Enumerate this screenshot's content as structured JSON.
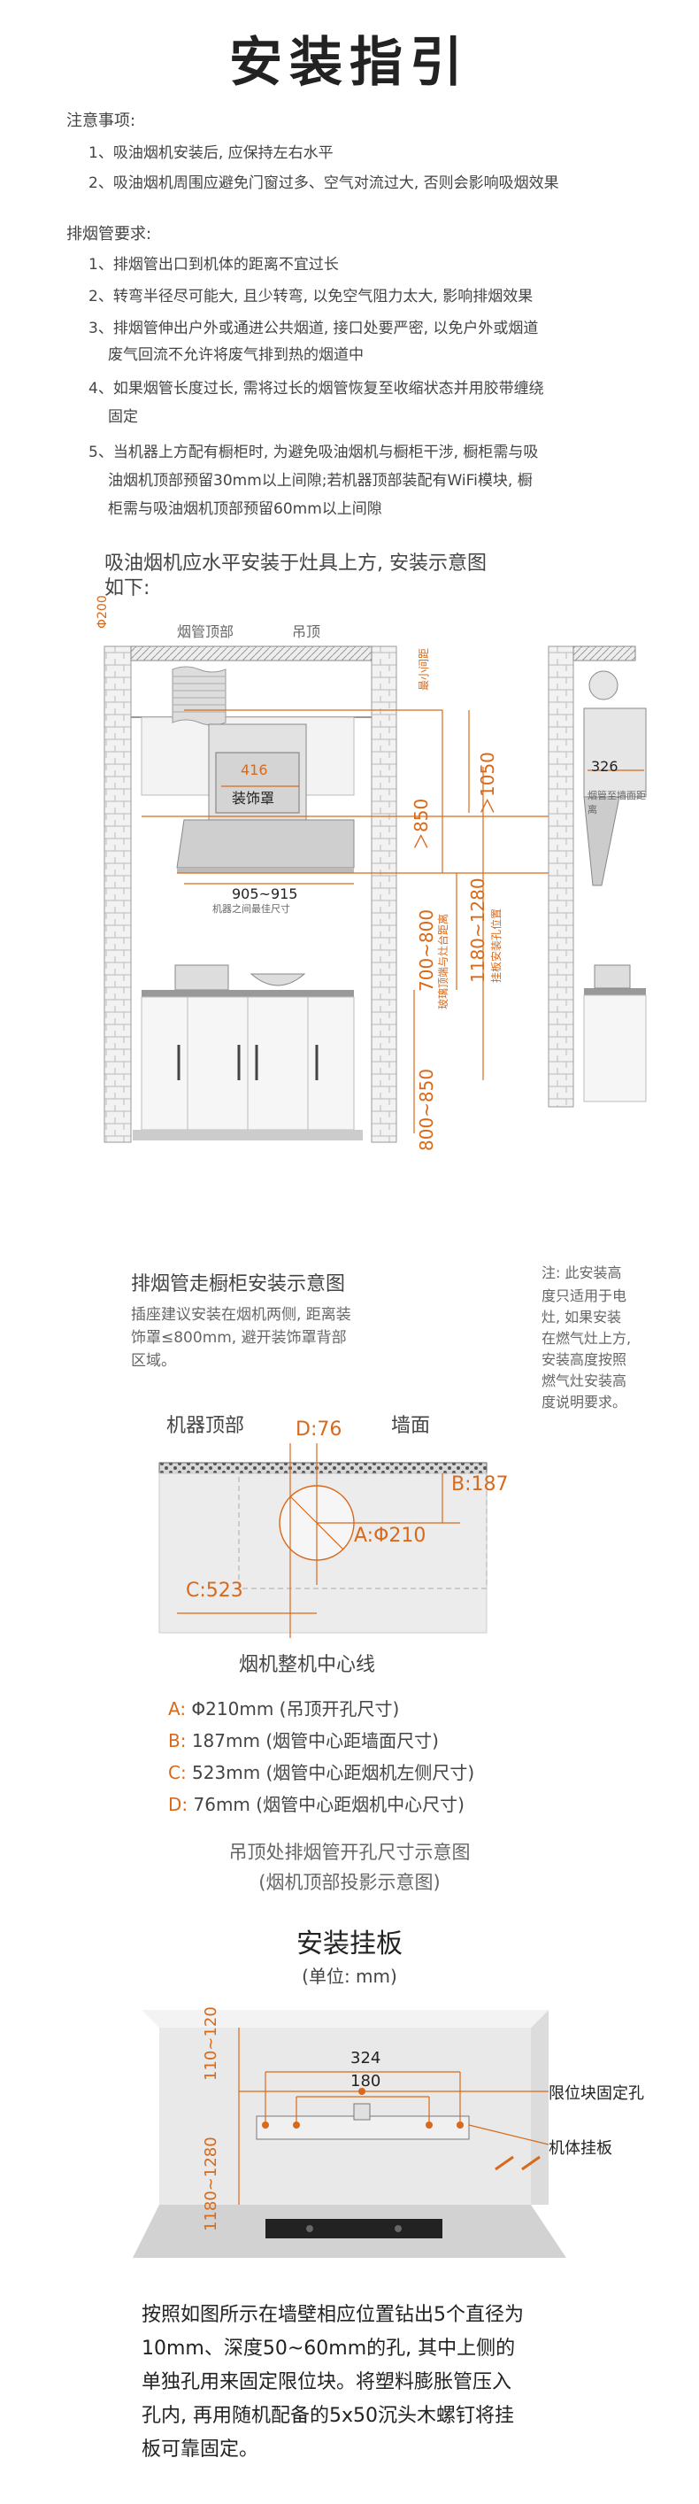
{
  "title": "安装指引",
  "notes": {
    "heading": "注意事项:",
    "items": [
      "1、吸油烟机安装后, 应保持左右水平",
      "2、吸油烟机周围应避免门窗过多、空气对流过大, 否则会影响吸烟效果"
    ]
  },
  "pipe": {
    "heading": "排烟管要求:",
    "items": [
      [
        "1、排烟管出口到机体的距离不宜过长"
      ],
      [
        "2、转弯半径尽可能大, 且少转弯, 以免空气阻力太大, 影响排烟效果"
      ],
      [
        "3、排烟管伸出户外或通进公共烟道, 接口处要严密, 以免户外或烟道",
        "废气回流不允许将废气排到热的烟道中"
      ],
      [
        "4、如果烟管长度过长, 需将过长的烟管恢复至收缩状态并用胶带缠绕",
        "固定"
      ],
      [
        "5、当机器上方配有橱柜时, 为避免吸油烟机与橱柜干涉, 橱柜需与吸",
        "油烟机顶部预留30mm以上间隙;若机器顶部装配有WiFi模块, 橱",
        "柜需与吸油烟机顶部预留60mm以上间隙"
      ]
    ]
  },
  "install": {
    "heading_lines": [
      "吸油烟机应水平安装于灶具上方, 安装示意图",
      "如下:"
    ],
    "labels": {
      "phi200": "Φ200",
      "pipe_top": "烟管顶部",
      "ceiling": "吊顶",
      "min_gap": "最小间距",
      "d416": "416",
      "cover": "装饰罩",
      "gt850": "＞850",
      "d1050": "＞1050",
      "d905": "905~915",
      "width_note": "机器之间最佳尺寸",
      "d700": "700~800",
      "h_note1": "玻璃顶端与灶台距离",
      "d1180": "1180~1280",
      "h_note2": "挂板安装孔位置",
      "d800": "800~850",
      "d326": "326",
      "side_note": "烟管至墙面距离"
    },
    "caption": "排烟管走橱柜安装示意图",
    "caption_desc": [
      "插座建议安装在烟机两侧, 距离装",
      "饰罩≤800mm, 避开装饰罩背部",
      "区域。"
    ],
    "side_caption": [
      "注: 此安装高",
      "度只适用于电",
      "灶, 如果安装",
      "在燃气灶上方,",
      "安装高度按照",
      "燃气灶安装高",
      "度说明要求。"
    ]
  },
  "hole": {
    "label_top": "机器顶部",
    "label_wall": "墙面",
    "d": "D:76",
    "b": "B:187",
    "a": "A:Φ210",
    "c": "C:523",
    "center_line": "烟机整机中心线",
    "legend": [
      {
        "key": "A:",
        "text": " Φ210mm (吊顶开孔尺寸)"
      },
      {
        "key": "B:",
        "text": " 187mm (烟管中心距墙面尺寸)"
      },
      {
        "key": "C:",
        "text": " 523mm (烟管中心距烟机左侧尺寸)"
      },
      {
        "key": "D:",
        "text": " 76mm (烟管中心距烟机中心尺寸)"
      }
    ],
    "caption": [
      "吊顶处排烟管开孔尺寸示意图",
      "(烟机顶部投影示意图)"
    ]
  },
  "plate": {
    "title": "安装挂板",
    "unit": "(单位: mm)",
    "d110": "110~120",
    "d324": "324",
    "d180": "180",
    "d1180": "1180~1280",
    "limit_hole": "限位块固定孔",
    "plate": "机体挂板",
    "desc": [
      "按照如图所示在墙壁相应位置钻出5个直径为",
      "10mm、深度50~60mm的孔, 其中上侧的",
      "单独孔用来固定限位块。将塑料膨胀管压入",
      "孔内, 再用随机配备的5x50沉头木螺钉将挂",
      "板可靠固定。"
    ]
  },
  "colors": {
    "accent": "#d9691a",
    "text": "#333333",
    "wall": "#e9e9e9"
  }
}
